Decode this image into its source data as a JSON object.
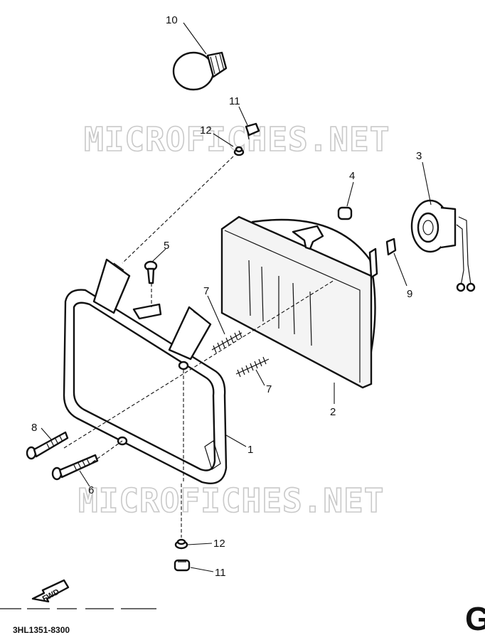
{
  "watermark": "MICROFICHES.NET",
  "callouts": {
    "c1": "1",
    "c2": "2",
    "c3": "3",
    "c4": "4",
    "c5": "5",
    "c6": "6",
    "c7a": "7",
    "c7b": "7",
    "c8": "8",
    "c9": "9",
    "c10": "10",
    "c11a": "11",
    "c11b": "11",
    "c12a": "12",
    "c12b": "12"
  },
  "direction_arrow": {
    "label": "FWD"
  },
  "drawing_code": "3HL1351-8300",
  "page_marker": "G"
}
